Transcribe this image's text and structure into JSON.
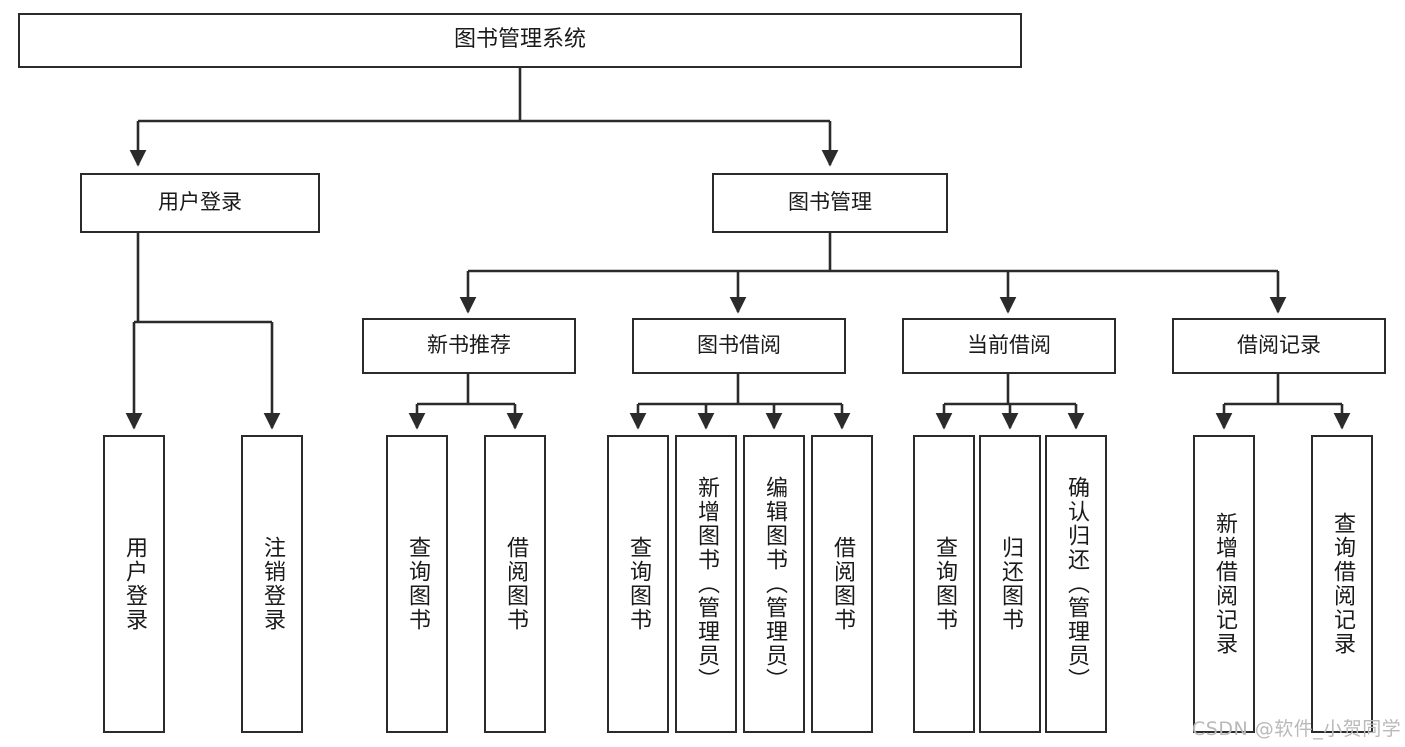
{
  "diagram": {
    "type": "tree-hierarchy",
    "orientation": "top-down",
    "title": "图书管理系统",
    "stroke_color": "#2b2b2b",
    "fill_color": "#ffffff",
    "text_color": "#1a1a1a"
  },
  "nodes": {
    "root": {
      "label": "图书管理系统",
      "level": 1
    },
    "level2": [
      {
        "label": "用户登录",
        "level": 2
      },
      {
        "label": "图书管理",
        "level": 2
      }
    ],
    "level3": [
      {
        "label": "新书推荐",
        "level": 3,
        "parent": "图书管理"
      },
      {
        "label": "图书借阅",
        "level": 3,
        "parent": "图书管理"
      },
      {
        "label": "当前借阅",
        "level": 3,
        "parent": "图书管理"
      },
      {
        "label": "借阅记录",
        "level": 3,
        "parent": "图书管理"
      }
    ],
    "leaves": [
      {
        "label": "用户登录",
        "parent": "用户登录",
        "group": "user-login"
      },
      {
        "label": "注销登录",
        "parent": "用户登录",
        "group": "user-login"
      },
      {
        "label": "查询图书",
        "parent": "新书推荐",
        "group": "new-book"
      },
      {
        "label": "借阅图书",
        "parent": "新书推荐",
        "group": "new-book"
      },
      {
        "label": "查询图书",
        "parent": "图书借阅",
        "group": "borrow"
      },
      {
        "label": "新增图书（管理员）",
        "parent": "图书借阅",
        "group": "borrow"
      },
      {
        "label": "编辑图书（管理员）",
        "parent": "图书借阅",
        "group": "borrow"
      },
      {
        "label": "借阅图书",
        "parent": "图书借阅",
        "group": "borrow"
      },
      {
        "label": "查询图书",
        "parent": "当前借阅",
        "group": "current"
      },
      {
        "label": "归还图书",
        "parent": "当前借阅",
        "group": "current"
      },
      {
        "label": "确认归还（管理员）",
        "parent": "当前借阅",
        "group": "current"
      },
      {
        "label": "新增借阅记录",
        "parent": "借阅记录",
        "group": "record"
      },
      {
        "label": "查询借阅记录",
        "parent": "借阅记录",
        "group": "record"
      }
    ]
  },
  "watermark": {
    "text": "CSDN @软件_小贺同学"
  }
}
